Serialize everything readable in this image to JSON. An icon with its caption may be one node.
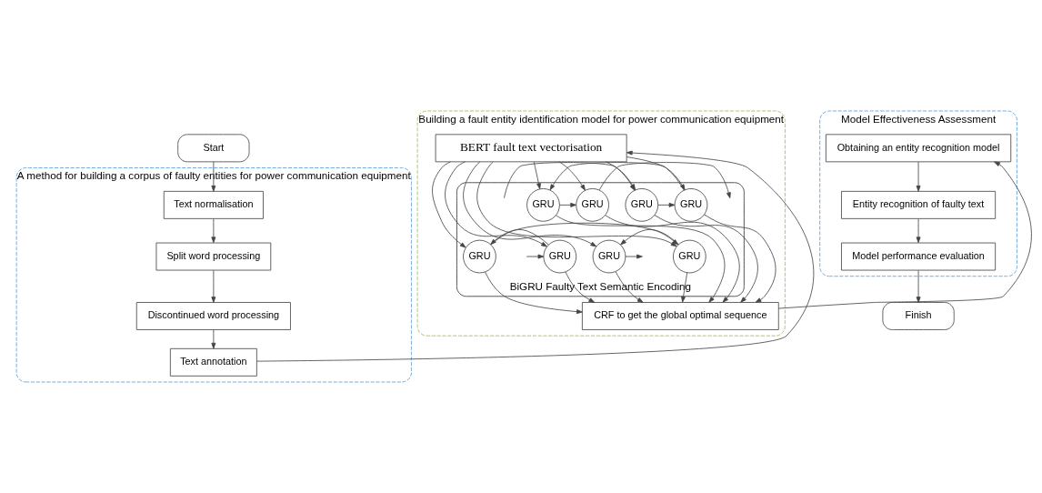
{
  "diagram": {
    "nodes": [
      {
        "text": [
          "Start"
        ]
      },
      {
        "text": [
          "A method for building a corpus of faulty entities for power communication equipment"
        ]
      },
      {
        "text": [
          "Text normalisation"
        ],
        "in": 1
      },
      {
        "text": [
          "Split word processing"
        ],
        "in": 1
      },
      {
        "text": [
          "Discontinued word processing"
        ],
        "in": 1
      },
      {
        "text": [
          "Text annotation"
        ],
        "in": 1
      },
      {
        "text": [
          "Building a fault entity identification model for power communication equipment"
        ]
      },
      {
        "text": [
          "CRF to get the global optimal sequence"
        ],
        "in": 6
      },
      {
        "text": [
          "BiGRU Faulty Text Semantic Encoding"
        ],
        "in": 6
      },
      {
        "text": [
          "GRU"
        ],
        "in": 8
      },
      {
        "text": [
          "GRU"
        ],
        "in": 8
      },
      {
        "text": [
          "GRU"
        ],
        "in": 8
      },
      {
        "text": [
          "GRU"
        ],
        "in": 8
      },
      {
        "text": [
          "GRU"
        ],
        "in": 8
      },
      {
        "text": [
          "GRU"
        ],
        "in": 8
      },
      {
        "text": [
          "GRU"
        ],
        "in": 8
      },
      {
        "text": [
          "GRU"
        ],
        "in": 8
      },
      {
        "text": [
          "BERT fault text vectorisation"
        ],
        "in": 6
      },
      {
        "text": [
          "Model Effectiveness Assessment"
        ]
      },
      {
        "text": [
          "Obtaining an entity recognition model"
        ],
        "in": 18
      },
      {
        "text": [
          "Entity recognition of faulty text"
        ],
        "in": 18
      },
      {
        "text": [
          "Model performance evaluation"
        ],
        "in": 18
      },
      {
        "text": [
          "Finish"
        ]
      }
    ],
    "edges": [
      {
        "from": 0,
        "to": 2,
        "arrow": "to"
      },
      {
        "from": 2,
        "to": 3,
        "arrow": "to"
      },
      {
        "from": 3,
        "to": 4,
        "arrow": "to"
      },
      {
        "from": 4,
        "to": 5,
        "arrow": "to"
      },
      {
        "from": 5,
        "to": 17,
        "arrow": "to"
      },
      {
        "from": 17,
        "to": 13,
        "arrow": "to"
      },
      {
        "from": 17,
        "to": 14,
        "arrow": "to"
      },
      {
        "from": 17,
        "to": 15,
        "arrow": "to"
      },
      {
        "from": 17,
        "to": 16,
        "arrow": "to"
      },
      {
        "from": 17,
        "to": 9,
        "arrow": "to"
      },
      {
        "from": 17,
        "to": 10,
        "arrow": "to"
      },
      {
        "from": 17,
        "to": 11,
        "arrow": "to"
      },
      {
        "from": 17,
        "to": 12,
        "arrow": "to"
      },
      {
        "from": null,
        "to": 13,
        "arrow": "to"
      },
      {
        "from": 13,
        "to": 14,
        "arrow": "to"
      },
      {
        "from": 14,
        "to": 15,
        "arrow": "to"
      },
      {
        "from": 15,
        "to": 16,
        "arrow": "to"
      },
      {
        "from": 16,
        "to": null,
        "arrow": "to"
      },
      {
        "from": null,
        "to": 12,
        "arrow": "to"
      },
      {
        "from": 12,
        "to": 11,
        "arrow": "to"
      },
      {
        "from": 11,
        "to": 10,
        "arrow": "to"
      },
      {
        "from": 10,
        "to": 9,
        "arrow": "to"
      },
      {
        "from": 9,
        "to": null,
        "arrow": "to"
      },
      {
        "from": 13,
        "to": 7,
        "arrow": "to"
      },
      {
        "from": 14,
        "to": 7,
        "arrow": "to"
      },
      {
        "from": 15,
        "to": 7,
        "arrow": "to"
      },
      {
        "from": 16,
        "to": 7,
        "arrow": "to"
      },
      {
        "from": 9,
        "to": 7,
        "arrow": "to"
      },
      {
        "from": 10,
        "to": 7,
        "arrow": "to"
      },
      {
        "from": 11,
        "to": 7,
        "arrow": "to"
      },
      {
        "from": 12,
        "to": 7,
        "arrow": "to"
      },
      {
        "from": 7,
        "to": 19,
        "arrow": "to"
      },
      {
        "from": 19,
        "to": 20,
        "arrow": "to"
      },
      {
        "from": 20,
        "to": 21,
        "arrow": "to"
      },
      {
        "from": 21,
        "to": 22,
        "arrow": "to"
      }
    ]
  }
}
